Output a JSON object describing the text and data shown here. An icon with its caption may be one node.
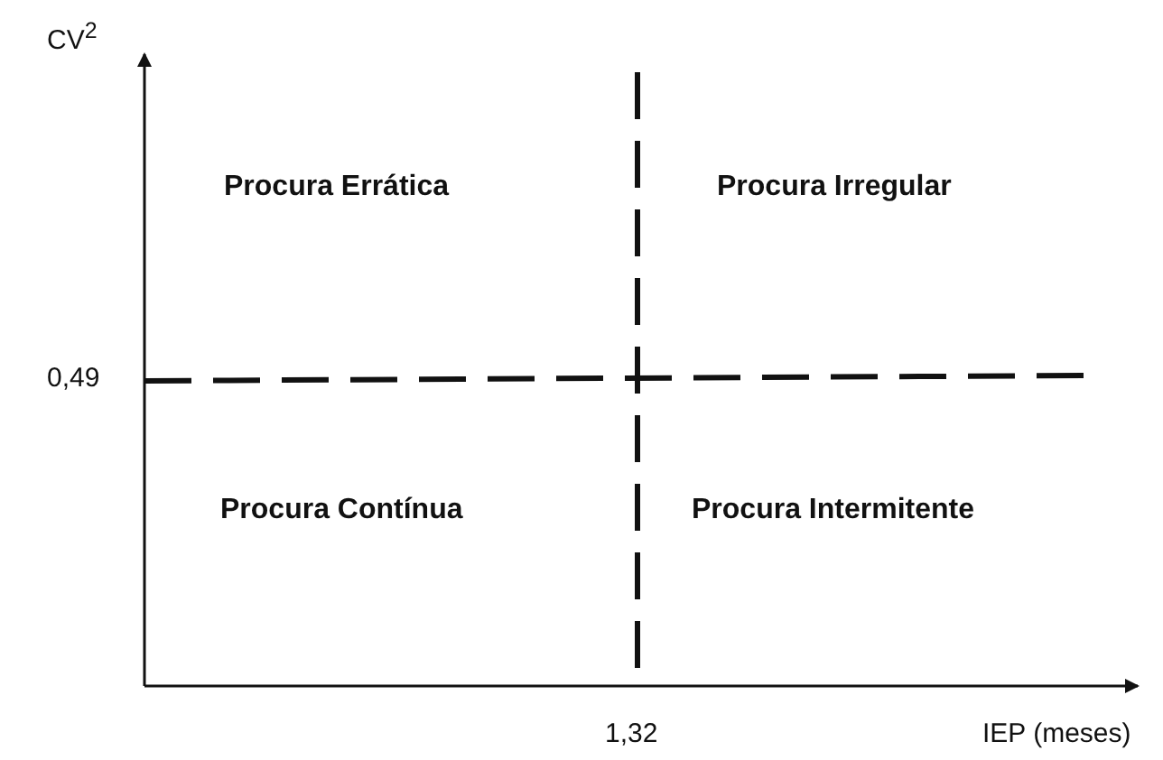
{
  "diagram": {
    "labels": [
      "CV$^{2}$",
      "Procura Errática",
      "Procura Irregular",
      "0,49",
      "Procura Contínua",
      "Procura Intermitente",
      "1,32",
      "IEP (meses)"
    ]
  }
}
